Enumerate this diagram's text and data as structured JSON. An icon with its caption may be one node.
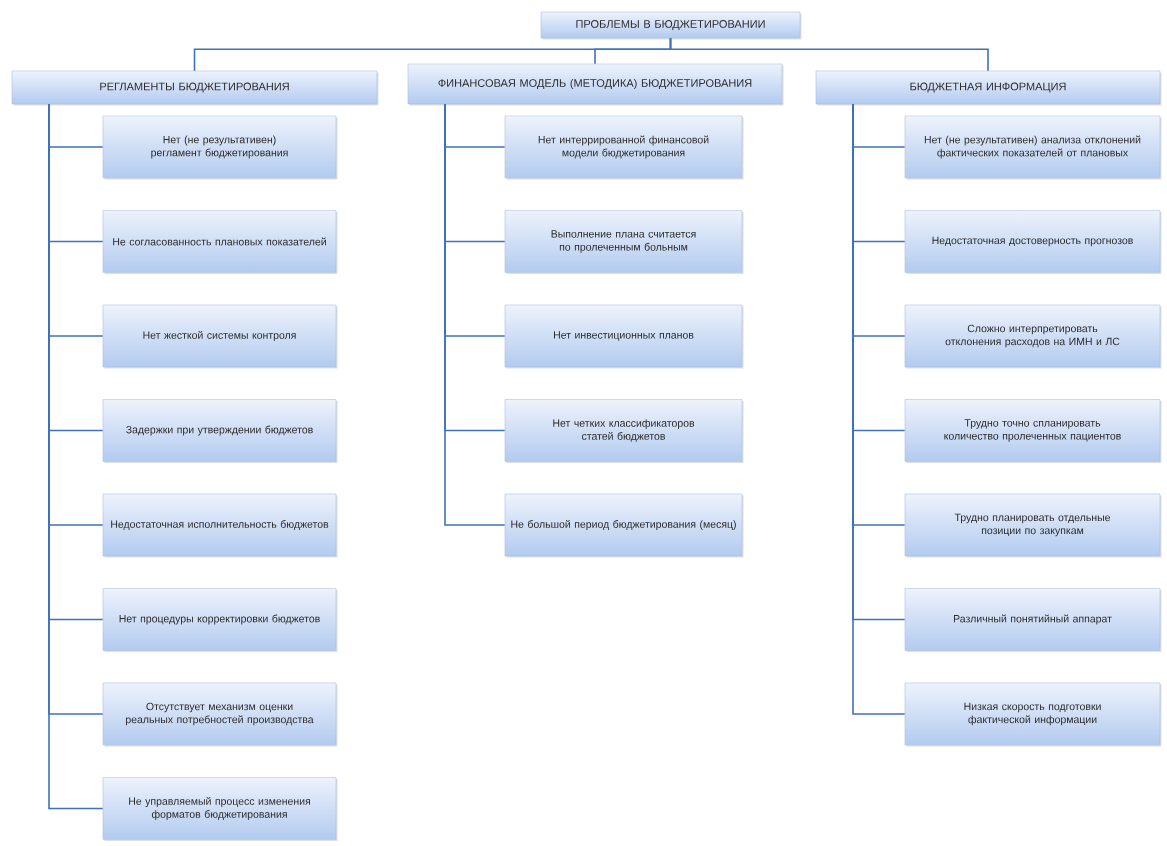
{
  "diagram": {
    "nodes": [
      {
        "text": [
          "ПРОБЛЕМЫ В БЮДЖЕТИРОВАНИИ"
        ]
      },
      {
        "text": [
          "РЕГЛАМЕНТЫ БЮДЖЕТИРОВАНИЯ"
        ]
      },
      {
        "text": [
          "ФИНАНСОВАЯ МОДЕЛЬ (МЕТОДИКА) БЮДЖЕТИРОВАНИЯ"
        ]
      },
      {
        "text": [
          "БЮДЖЕТНАЯ ИНФОРМАЦИЯ"
        ]
      },
      {
        "text": [
          "Нет (не результативен) регламент бюджетирования"
        ]
      },
      {
        "text": [
          "Не согласованность плановых показателей"
        ]
      },
      {
        "text": [
          "Нет жесткой системы контроля"
        ]
      },
      {
        "text": [
          "Задержки при утверждении бюджетов"
        ]
      },
      {
        "text": [
          "Недостаточная исполнительность бюджетов"
        ]
      },
      {
        "text": [
          "Нет процедуры корректировки бюджетов"
        ]
      },
      {
        "text": [
          "Отсутствует механизм оценки реальных потребностей производства"
        ]
      },
      {
        "text": [
          "Не управляемый процесс изменения форматов бюджетирования"
        ]
      },
      {
        "text": [
          "Нет интеррированной финансовой модели бюджетирования"
        ]
      },
      {
        "text": [
          "Выполнение плана считается по пролеченным больным"
        ]
      },
      {
        "text": [
          "Нет инвестиционных планов"
        ]
      },
      {
        "text": [
          "Нет четких классификаторов статей бюджетов"
        ]
      },
      {
        "text": [
          "Не большой период бюджетирования (месяц)"
        ]
      },
      {
        "text": [
          "Нет (не результативен) анализа отклонений фактических показателей от плановых"
        ]
      },
      {
        "text": [
          "Недостаточная достоверность прогнозов"
        ]
      },
      {
        "text": [
          "Сложно интерпретировать отклонения расходов на ИМН и ЛС"
        ]
      },
      {
        "text": [
          "Трудно точно спланировать количество пролеченных пациентов"
        ]
      },
      {
        "text": [
          "Трудно планировать отдельные позиции по закупкам"
        ]
      },
      {
        "text": [
          "Различный понятийный аппарат"
        ]
      },
      {
        "text": [
          "Низкая скорость подготовки фактической информации"
        ]
      }
    ],
    "edges": [
      {
        "from": 0,
        "to": 1,
        "arrow": "none"
      },
      {
        "from": 0,
        "to": 2,
        "arrow": "none"
      },
      {
        "from": 0,
        "to": 3,
        "arrow": "none"
      },
      {
        "from": 1,
        "to": 4,
        "arrow": "none"
      },
      {
        "from": 1,
        "to": 5,
        "arrow": "none"
      },
      {
        "from": 1,
        "to": 6,
        "arrow": "none"
      },
      {
        "from": 1,
        "to": 7,
        "arrow": "none"
      },
      {
        "from": 1,
        "to": 8,
        "arrow": "none"
      },
      {
        "from": 1,
        "to": 9,
        "arrow": "none"
      },
      {
        "from": 1,
        "to": 10,
        "arrow": "none"
      },
      {
        "from": 1,
        "to": 11,
        "arrow": "none"
      },
      {
        "from": 2,
        "to": 12,
        "arrow": "none"
      },
      {
        "from": 2,
        "to": 13,
        "arrow": "none"
      },
      {
        "from": 2,
        "to": 14,
        "arrow": "none"
      },
      {
        "from": 2,
        "to": 15,
        "arrow": "none"
      },
      {
        "from": 2,
        "to": 16,
        "arrow": "none"
      },
      {
        "from": 3,
        "to": 17,
        "arrow": "none"
      },
      {
        "from": 3,
        "to": 18,
        "arrow": "none"
      },
      {
        "from": 3,
        "to": 19,
        "arrow": "none"
      },
      {
        "from": 3,
        "to": 20,
        "arrow": "none"
      },
      {
        "from": 3,
        "to": 21,
        "arrow": "none"
      },
      {
        "from": 3,
        "to": 22,
        "arrow": "none"
      },
      {
        "from": 3,
        "to": 23,
        "arrow": "none"
      }
    ]
  }
}
